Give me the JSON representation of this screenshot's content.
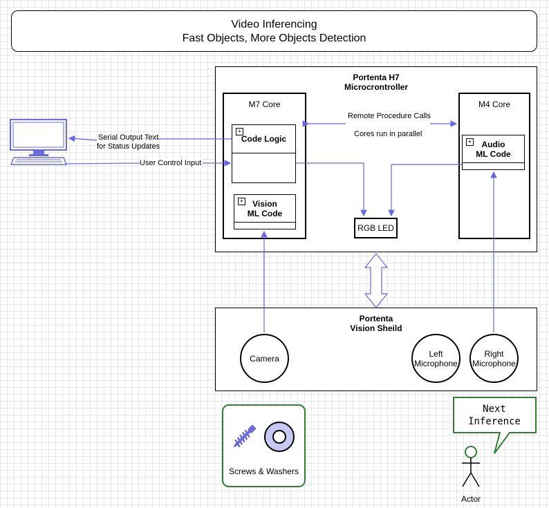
{
  "title": {
    "line1": "Video Inferencing",
    "line2": "Fast Objects, More Objects Detection"
  },
  "h7": {
    "title_line1": "Portenta H7",
    "title_line2": "Microcrontroller"
  },
  "m7": {
    "title": "M7 Core",
    "code_logic": "Code Logic",
    "vision_line1": "Vision",
    "vision_line2": "ML Code"
  },
  "m4": {
    "title": "M4 Core",
    "audio_line1": "Audio",
    "audio_line2": "ML Code"
  },
  "rpc": {
    "line1": "Remote Procedure Calls",
    "line2": "Cores run in parallel"
  },
  "led": "RGB LED",
  "computer_links": {
    "serial_line1": "Serial Output Text",
    "serial_line2": "for Status Updates",
    "user_control": "User Control Input"
  },
  "shield": {
    "title_line1": "Portenta",
    "title_line2": "Vision Sheild",
    "camera": "Camera",
    "left_mic_line1": "Left",
    "left_mic_line2": "Microphone",
    "right_mic_line1": "Right",
    "right_mic_line2": "Microphone"
  },
  "tools": {
    "label": "Screws & Washers",
    "icons": [
      "screw-icon",
      "washer-icon"
    ]
  },
  "actor": {
    "callout_line1": "Next",
    "callout_line2": "Inference",
    "label": "Actor"
  },
  "colors": {
    "connector": "#6666e6",
    "green_border": "#2e7d32",
    "washer_fill": "#c8c8f5",
    "computer_blue": "#6a6ad8"
  }
}
